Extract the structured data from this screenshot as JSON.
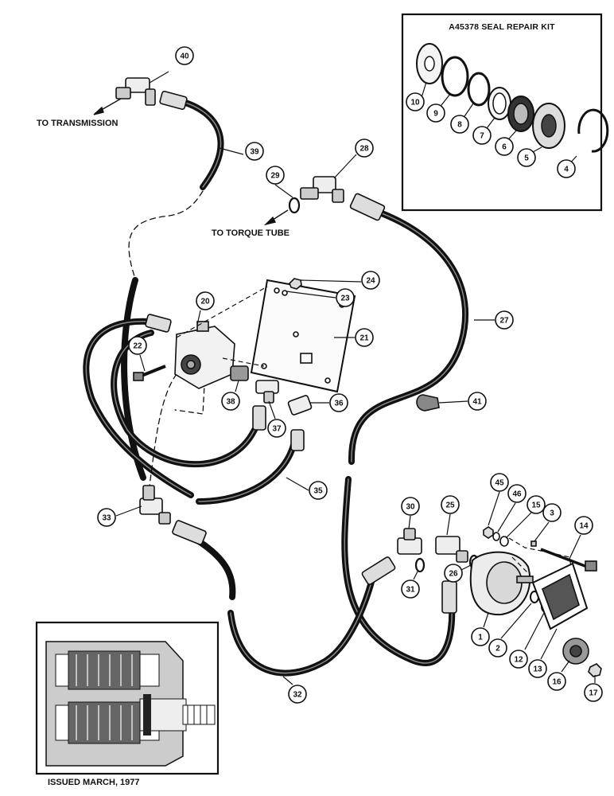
{
  "labels": {
    "to_transmission": "TO TRANSMISSION",
    "to_torque_tube": "TO TORQUE TUBE",
    "seal_kit_title": "A45378 SEAL REPAIR KIT",
    "issued": "ISSUED MARCH, 1977"
  },
  "callouts": [
    "40",
    "39",
    "29",
    "28",
    "24",
    "23",
    "20",
    "21",
    "27",
    "22",
    "38",
    "37",
    "36",
    "41",
    "33",
    "35",
    "30",
    "25",
    "45",
    "46",
    "15",
    "3",
    "14",
    "31",
    "26",
    "1",
    "2",
    "12",
    "13",
    "16",
    "17",
    "32",
    "10",
    "9",
    "8",
    "7",
    "6",
    "5",
    "4"
  ]
}
